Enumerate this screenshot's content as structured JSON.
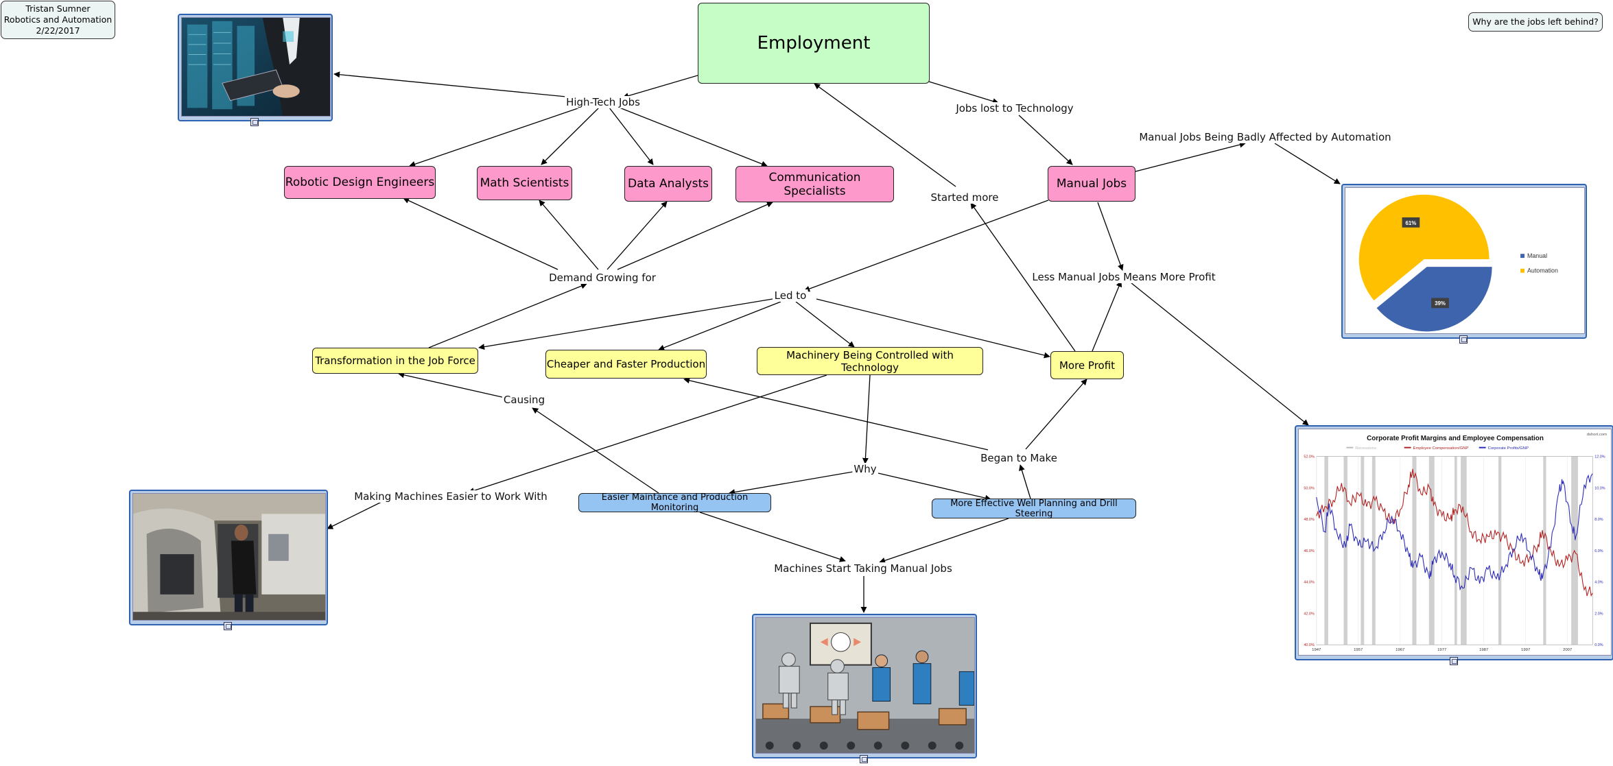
{
  "author_box": {
    "line1": "Tristan Sumner",
    "line2": "Robotics and Automation",
    "line3": "2/22/2017"
  },
  "question_box": {
    "label": "Why are the jobs left behind?"
  },
  "concepts": {
    "employment": "Employment",
    "robotic_design_engineers": "Robotic Design Engineers",
    "math_scientists": "Math Scientists",
    "data_analysts": "Data Analysts",
    "communication_specialists": "Communication Specialists",
    "manual_jobs": "Manual Jobs",
    "transformation": "Transformation in the Job Force",
    "cheaper_faster": "Cheaper and Faster Production",
    "machinery_controlled": "Machinery Being Controlled with Technology",
    "more_profit": "More Profit",
    "easier_maintance": "Easier Maintance and Production Monitoring",
    "well_planning": "More Effective Well Planning and Drill Steering"
  },
  "linking_phrases": {
    "high_tech_jobs": "High-Tech Jobs",
    "jobs_lost": "Jobs lost to Technology",
    "manual_badly_affected": "Manual Jobs Being Badly Affected by Automation",
    "started_more": "Started more",
    "demand_growing": "Demand Growing for",
    "less_manual_more_profit": "Less Manual Jobs Means More Profit",
    "led_to": "Led to",
    "causing": "Causing",
    "began_to_make": "Began to Make",
    "why": "Why",
    "making_machines_easier": "Making Machines Easier to Work With",
    "machines_start_taking": "Machines Start Taking Manual Jobs"
  },
  "pie_chart": {
    "chart_data": {
      "type": "pie",
      "slices": [
        {
          "label": "Manual",
          "value": 39,
          "display": "39%",
          "color": "#3e64ad"
        },
        {
          "label": "Automation",
          "value": 61,
          "display": "61%",
          "color": "#ffc000"
        }
      ]
    }
  },
  "line_chart": {
    "chart_data": {
      "type": "line",
      "title": "Corporate Profit Margins and Employee Compensation",
      "source": "dshort.com",
      "legend": [
        "Recessions",
        "Employee Compensation/GNP",
        "Corporate Profits/GNP"
      ],
      "x_ticks": [
        "1947",
        "1957",
        "1967",
        "1977",
        "1987",
        "1997",
        "2007"
      ],
      "y_left_ticks": [
        "52.0%",
        "50.0%",
        "48.0%",
        "46.0%",
        "44.0%",
        "42.0%",
        "40.0%"
      ],
      "y_right_ticks": [
        "12.0%",
        "10.0%",
        "8.0%",
        "6.0%",
        "4.0%",
        "2.0%",
        "0.0%"
      ],
      "ylim_left": [
        40,
        52
      ],
      "ylim_right": [
        0,
        12
      ],
      "xlim": [
        1947,
        2013
      ],
      "recessions": [
        [
          1948.9,
          1949.8
        ],
        [
          1953.5,
          1954.4
        ],
        [
          1957.6,
          1958.4
        ],
        [
          1960.3,
          1961.1
        ],
        [
          1969.9,
          1970.9
        ],
        [
          1973.9,
          1975.2
        ],
        [
          1980.0,
          1980.6
        ],
        [
          1981.5,
          1982.9
        ],
        [
          1990.5,
          1991.2
        ],
        [
          2001.2,
          2001.9
        ],
        [
          2007.9,
          2009.5
        ]
      ],
      "series": [
        {
          "name": "Employee Compensation/GNP",
          "axis": "left",
          "color": "#b22222",
          "x": [
            1947,
            1949,
            1951,
            1953,
            1955,
            1957,
            1959,
            1961,
            1963,
            1965,
            1967,
            1969,
            1970,
            1972,
            1974,
            1975,
            1977,
            1979,
            1980,
            1982,
            1984,
            1986,
            1988,
            1990,
            1992,
            1994,
            1996,
            1998,
            2000,
            2001,
            2003,
            2005,
            2007,
            2009,
            2011,
            2013
          ],
          "values": [
            48.2,
            48.8,
            49.2,
            50.3,
            49.0,
            49.6,
            48.8,
            49.2,
            48.5,
            47.8,
            48.6,
            50.2,
            51.2,
            49.6,
            50.0,
            48.9,
            48.2,
            48.0,
            48.6,
            48.8,
            47.2,
            46.7,
            46.9,
            47.0,
            46.8,
            45.9,
            45.2,
            45.6,
            46.4,
            47.3,
            46.0,
            45.0,
            45.4,
            45.8,
            43.5,
            43.3
          ]
        },
        {
          "name": "Corporate Profits/GNP",
          "axis": "right",
          "color": "#2b2bb8",
          "x": [
            1947,
            1949,
            1950,
            1952,
            1954,
            1955,
            1957,
            1959,
            1961,
            1963,
            1965,
            1967,
            1969,
            1970,
            1972,
            1974,
            1975,
            1977,
            1979,
            1980,
            1982,
            1984,
            1986,
            1988,
            1990,
            1992,
            1994,
            1996,
            1998,
            2000,
            2001,
            2003,
            2005,
            2006,
            2008,
            2009,
            2011,
            2013
          ],
          "values": [
            9.4,
            7.2,
            9.0,
            7.0,
            6.2,
            7.6,
            6.3,
            6.6,
            6.1,
            7.2,
            8.2,
            7.2,
            5.8,
            4.9,
            5.6,
            4.2,
            5.4,
            5.9,
            5.2,
            4.4,
            3.6,
            4.9,
            3.9,
            4.8,
            4.2,
            4.9,
            6.1,
            7.1,
            5.9,
            4.6,
            4.2,
            6.2,
            9.8,
            10.4,
            7.6,
            6.9,
            10.2,
            10.9
          ]
        }
      ]
    }
  }
}
